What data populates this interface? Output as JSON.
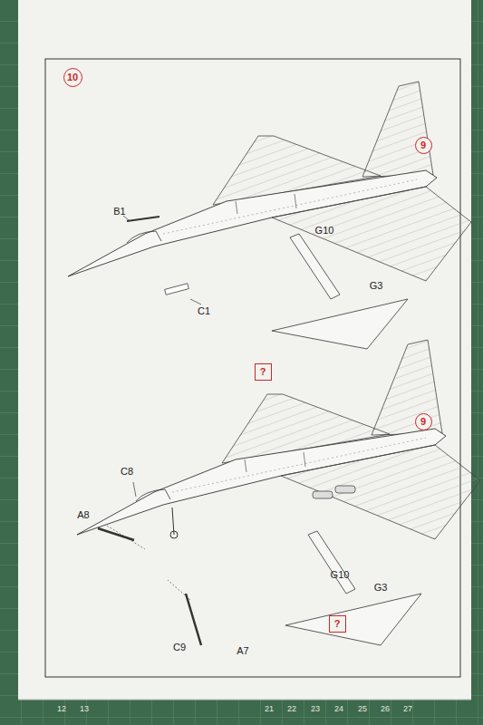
{
  "diagram": {
    "nodes": [
      {
        "text": [
          "10"
        ]
      },
      {
        "text": [
          "9"
        ]
      },
      {
        "text": [
          "?"
        ]
      },
      {
        "text": [
          "9"
        ]
      },
      {
        "text": [
          "?"
        ]
      }
    ],
    "labels": [
      "B1",
      "C1",
      "G10",
      "G3",
      "C8",
      "A8",
      "C9",
      "A7",
      "G10",
      "G3",
      "12",
      "13",
      "21",
      "22",
      "23",
      "24",
      "25",
      "26",
      "27"
    ]
  }
}
